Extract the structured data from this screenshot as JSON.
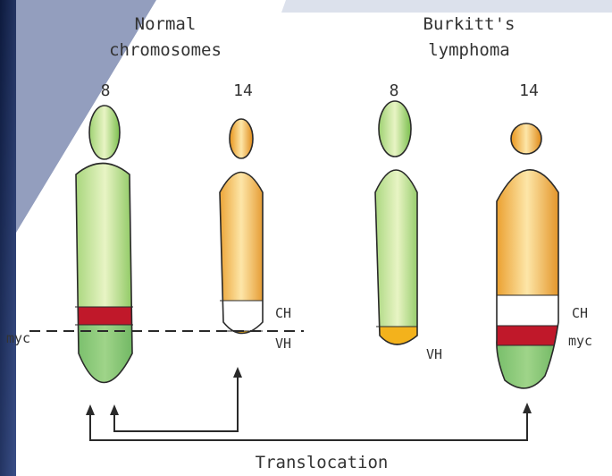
{
  "panels": {
    "normal": {
      "title_line1": "Normal",
      "title_line2": "chromosomes"
    },
    "burkitt": {
      "title_line1": "Burkitt's",
      "title_line2": "lymphoma"
    }
  },
  "chromosomes": {
    "normal_8": {
      "number": "8"
    },
    "normal_14": {
      "number": "14"
    },
    "burkitt_8": {
      "number": "8"
    },
    "burkitt_14": {
      "number": "14"
    }
  },
  "gene_labels": {
    "myc_left": "myc",
    "ch_normal": "CH",
    "vh_normal": "VH",
    "vh_burkitt": "VH",
    "ch_burkitt": "CH",
    "myc_right": "myc"
  },
  "caption": "Translocation",
  "colors": {
    "chromosome_8": "#8ccb5e",
    "chromosome_14": "#f0a52a",
    "myc_band": "#c0182a",
    "ch_band": "#ffffff",
    "vh_band": "#f3b21c",
    "outline": "#2a2a2a",
    "frame": "#1c2a52"
  }
}
